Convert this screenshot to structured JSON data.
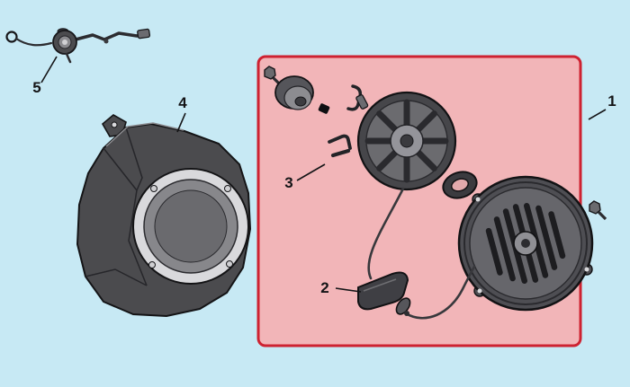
{
  "diagram": {
    "background_color": "#c7e9f4",
    "highlight_box": {
      "fill": "#f2b5b8",
      "border": "#ce2231"
    },
    "line_color": "#17171a",
    "callouts": [
      {
        "part": "1"
      },
      {
        "part": "2"
      },
      {
        "part": "3"
      },
      {
        "part": "4"
      },
      {
        "part": "5"
      }
    ]
  }
}
